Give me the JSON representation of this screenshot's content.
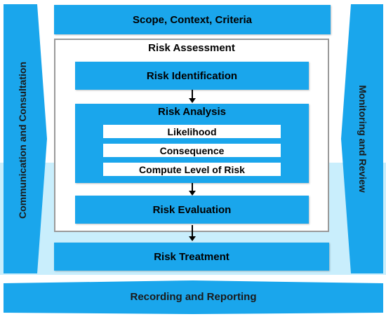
{
  "diagram": {
    "top": "Scope, Context, Criteria",
    "assessment_title": "Risk Assessment",
    "identification": "Risk Identification",
    "analysis": {
      "title": "Risk Analysis",
      "items": [
        "Likelihood",
        "Consequence",
        "Compute Level of Risk"
      ]
    },
    "evaluation": "Risk Evaluation",
    "treatment": "Risk Treatment",
    "recording": "Recording and Reporting",
    "left_side": "Communication and Consultation",
    "right_side": "Monitoring and Review"
  },
  "colors": {
    "accent_blue": "#1aa6ec",
    "light_blue_band": "#b6e6fb",
    "frame_gray": "#9a9a9a"
  }
}
